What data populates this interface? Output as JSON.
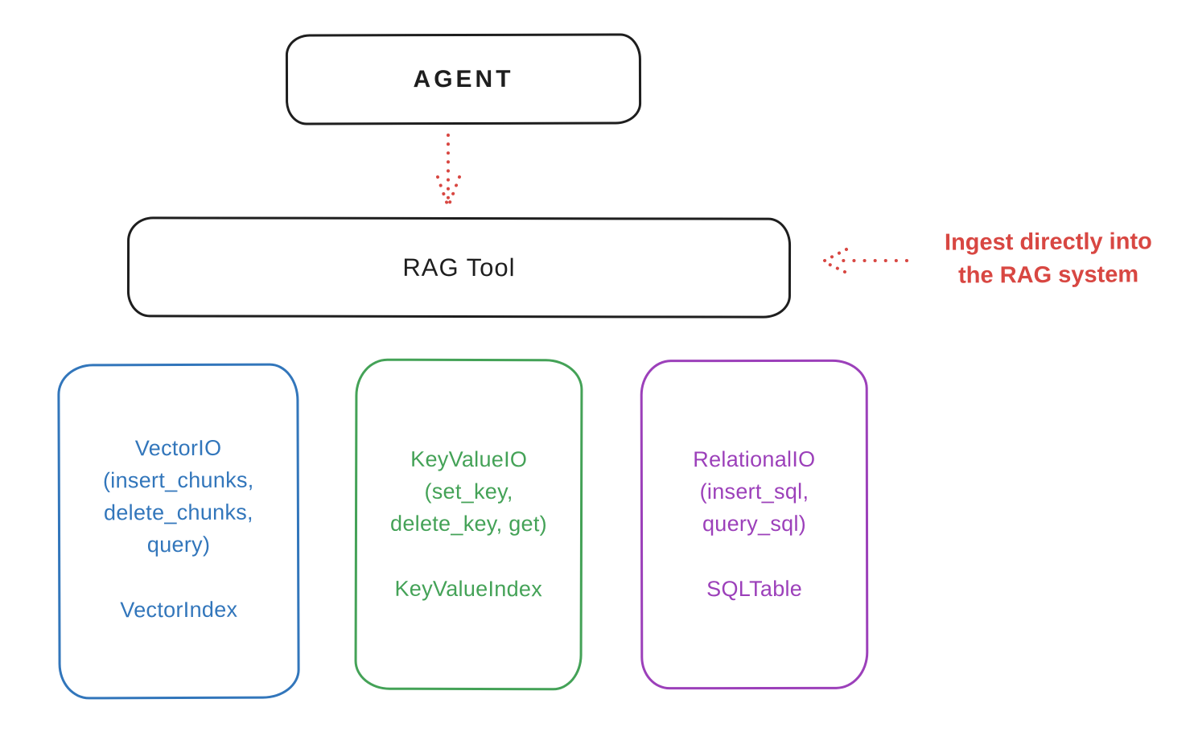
{
  "diagram": {
    "agent": {
      "label": "AGENT"
    },
    "rag_tool": {
      "label": "RAG Tool"
    },
    "annotation": {
      "line1": "Ingest directly into",
      "line2": "the RAG system"
    },
    "backends": [
      {
        "name": "vector-io",
        "color": "#3276bb",
        "lines": [
          "VectorIO",
          "(insert_chunks,",
          "delete_chunks,",
          "query)"
        ],
        "index_label": "VectorIndex"
      },
      {
        "name": "keyvalue-io",
        "color": "#44a257",
        "lines": [
          "KeyValueIO",
          "(set_key,",
          "delete_key, get)"
        ],
        "index_label": "KeyValueIndex"
      },
      {
        "name": "relational-io",
        "color": "#9c40ba",
        "lines": [
          "RelationalIO",
          "(insert_sql,",
          "query_sql)"
        ],
        "index_label": "SQLTable"
      }
    ],
    "connectors": {
      "agent_to_rag": "dotted-arrow-down",
      "ingest_to_rag": "dotted-arrow-left"
    },
    "colors": {
      "stroke_black": "#1e1e1e",
      "accent_red": "#d84742"
    }
  }
}
